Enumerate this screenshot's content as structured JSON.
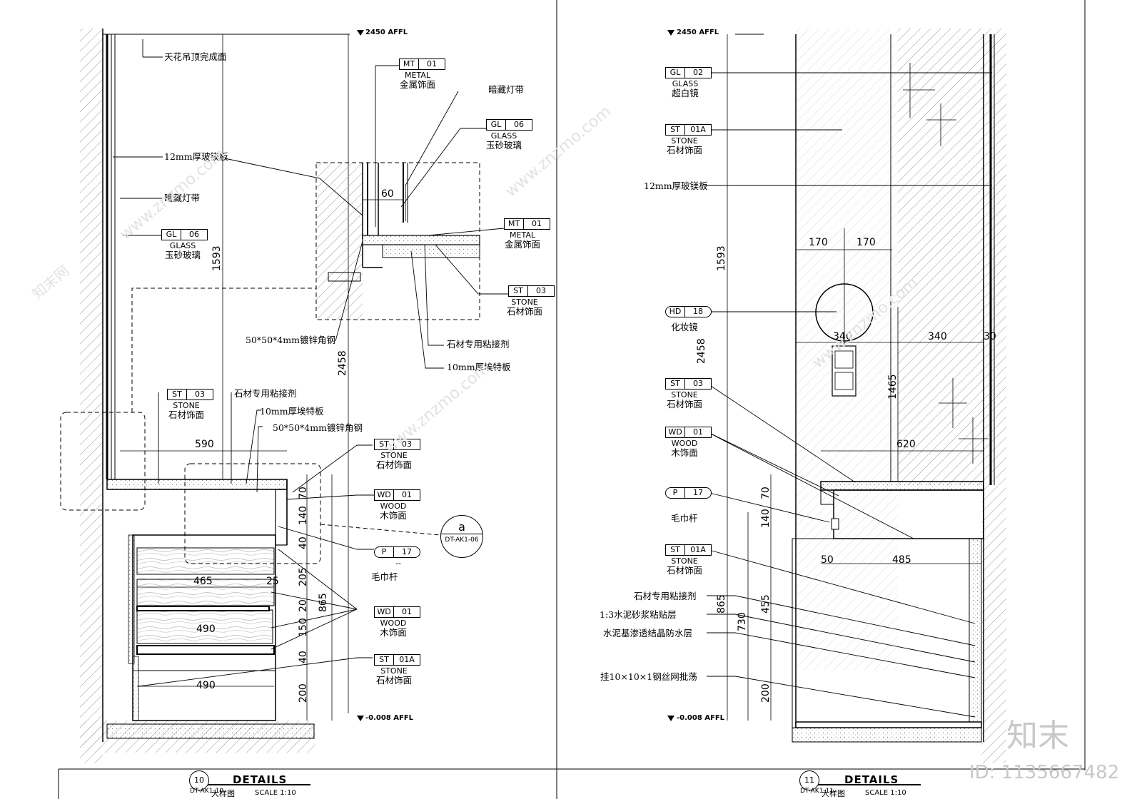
{
  "levels": {
    "top": "2450 AFFL",
    "bottom": "-0.008 AFFL"
  },
  "left": {
    "labels": {
      "ceiling": "天花吊顶完成面",
      "glass12": "12mm厚玻镁板",
      "ledstrip": "暗藏灯带",
      "ledstrip2": "暗藏灯带",
      "steel1": "50*50*4mm镀锌角钢",
      "adhesive1": "石材专用粘接剂",
      "board1": "10mm厚埃特板",
      "adhesive2": "石材专用粘接剂",
      "board2": "10mm厚埃特板",
      "steel2": "50*50*4mm镀锌角钢",
      "towelbar": "毛巾杆"
    },
    "tags": [
      {
        "code": "MT",
        "num": "01",
        "en": "METAL",
        "cn": "金属饰面"
      },
      {
        "code": "GL",
        "num": "06",
        "en": "GLASS",
        "cn": "玉砂玻璃"
      },
      {
        "code": "MT",
        "num": "01",
        "en": "METAL",
        "cn": "金属饰面"
      },
      {
        "code": "GL",
        "num": "06",
        "en": "GLASS",
        "cn": "玉砂玻璃"
      },
      {
        "code": "ST",
        "num": "03",
        "en": "STONE",
        "cn": "石材饰面"
      },
      {
        "code": "ST",
        "num": "03",
        "en": "STONE",
        "cn": "石材饰面"
      },
      {
        "code": "ST",
        "num": "03",
        "en": "STONE",
        "cn": "石材饰面"
      },
      {
        "code": "WD",
        "num": "01",
        "en": "WOOD",
        "cn": "木饰面"
      },
      {
        "code": "P",
        "num": "17",
        "en": "",
        "cn": "--"
      },
      {
        "code": "WD",
        "num": "01",
        "en": "WOOD",
        "cn": "木饰面"
      },
      {
        "code": "ST",
        "num": "01A",
        "en": "STONE",
        "cn": "石材饰面"
      }
    ],
    "dims": {
      "d1593": "1593",
      "d2458": "2458",
      "d60": "60",
      "d590": "590",
      "d465": "465",
      "d25": "25",
      "d490a": "490",
      "d490b": "490",
      "d865": "865",
      "v70": "70",
      "v140": "140",
      "v40a": "40",
      "v205": "205",
      "v20": "20",
      "v150": "150",
      "v40b": "40",
      "v200": "200"
    },
    "callout": {
      "letter": "a",
      "ref": "DT-AK1-06"
    },
    "title": {
      "num": "10",
      "ref": "DT-AK1-10",
      "main": "DETAILS",
      "cn": "大样图",
      "scale": "SCALE 1:10"
    }
  },
  "right": {
    "labels": {
      "glass12": "12mm厚玻镁板",
      "adhesive": "石材专用粘接剂",
      "mortar": "1:3水泥砂浆粘贴层",
      "waterproof": "水泥基渗透结晶防水层",
      "mesh": "挂10×10×1钢丝网批荡",
      "towelbar": "毛巾杆"
    },
    "tags": [
      {
        "code": "GL",
        "num": "02",
        "en": "GLASS",
        "cn": "超白镜"
      },
      {
        "code": "ST",
        "num": "01A",
        "en": "STONE",
        "cn": "石材饰面"
      },
      {
        "code": "HD",
        "num": "18",
        "en": "",
        "cn": "化妆镜"
      },
      {
        "code": "ST",
        "num": "03",
        "en": "STONE",
        "cn": "石材饰面"
      },
      {
        "code": "WD",
        "num": "01",
        "en": "WOOD",
        "cn": "木饰面"
      },
      {
        "code": "P",
        "num": "17",
        "en": "",
        "cn": ""
      },
      {
        "code": "ST",
        "num": "01A",
        "en": "STONE",
        "cn": "石材饰面"
      }
    ],
    "dims": {
      "d1593": "1593",
      "d2458": "2458",
      "d170a": "170",
      "d170b": "170",
      "d340a": "340",
      "d340b": "340",
      "d30": "30",
      "d1465": "1465",
      "d620": "620",
      "v70": "70",
      "v140": "140",
      "d50": "50",
      "d485": "485",
      "v455": "455",
      "v865": "865",
      "v730": "730",
      "v200": "200"
    },
    "title": {
      "num": "11",
      "ref": "DT-AK1-11",
      "main": "DETAILS",
      "cn": "大样图",
      "scale": "SCALE 1:10"
    }
  },
  "watermark": {
    "brand": "知末",
    "id": "ID: 1135667482",
    "site": "www.znzmo.com",
    "site_cn": "知末网"
  }
}
